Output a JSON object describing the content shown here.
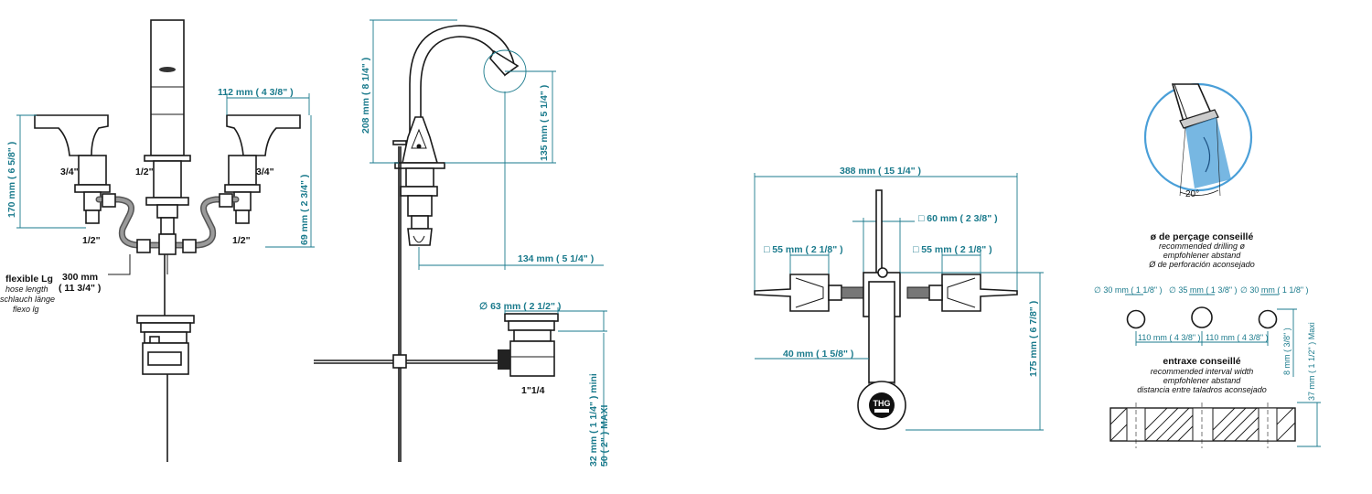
{
  "left_view": {
    "dims": {
      "height_170": "170 mm ( 6 5/8\" )",
      "width_112": "112 mm ( 4 3/8\" )",
      "height_69": "69 mm ( 2 3/4\" )"
    },
    "labels": {
      "thread_left": "3/4\"",
      "thread_center": "1/2\"",
      "thread_right": "3/4\"",
      "conn_left": "1/2\"",
      "conn_right": "1/2\""
    },
    "hose": {
      "title": "flexible Lg",
      "en": "hose length",
      "de": "schlauch länge",
      "es": "flexo lg",
      "length_mm": "300 mm",
      "length_in": "( 11 3/4\" )"
    }
  },
  "side_view": {
    "dims": {
      "height_208": "208 mm ( 8 1/4\" )",
      "height_135": "135 mm ( 5 1/4\" )",
      "reach_134": "134 mm ( 5 1/4\" )",
      "drain_dia": "∅ 63 mm ( 2 1/2\" )",
      "deck_mini": "32 mm ( 1 1/4\" ) mini",
      "deck_maxi": "50 ( 2\" ) MAXI"
    },
    "drain_thread": "1\"1/4"
  },
  "top_view": {
    "dims": {
      "overall": "388 mm ( 15 1/4\" )",
      "center_square": "□ 60 mm ( 2 3/8\" )",
      "left_square": "□ 55 mm ( 2 1/8\" )",
      "right_square": "□ 55 mm ( 2 1/8\" )",
      "offset_40": "40 mm ( 1 5/8\" )",
      "depth_175": "175 mm ( 6 7/8\" )"
    },
    "logo": "THG"
  },
  "drilling": {
    "spray_angle": "20°",
    "title": "ø de perçage conseillé",
    "en": "recommended drilling ø",
    "de": "empfohlener abstand",
    "es": "Ø de perforación aconsejado",
    "holes": [
      "∅ 30 mm ( 1 1/8\" )",
      "∅ 35 mm ( 1 3/8\" )",
      "∅ 30 mm ( 1 1/8\" )"
    ],
    "spacing": [
      "110 mm ( 4 3/8\" )",
      "110 mm ( 4 3/8\" )"
    ],
    "min_gap": "8 mm ( 3/8\" )",
    "max_deck": "37 mm ( 1 1/2\" ) Maxi",
    "interval_title": "entraxe conseillé",
    "interval_en": "recommended interval width",
    "interval_de": "empfohlener abstand",
    "interval_es": "distancia entre taladros aconsejado"
  },
  "colors": {
    "dimension": "#1a7a8c",
    "line": "#1a1a1a",
    "spray": "#4a9fd8"
  }
}
